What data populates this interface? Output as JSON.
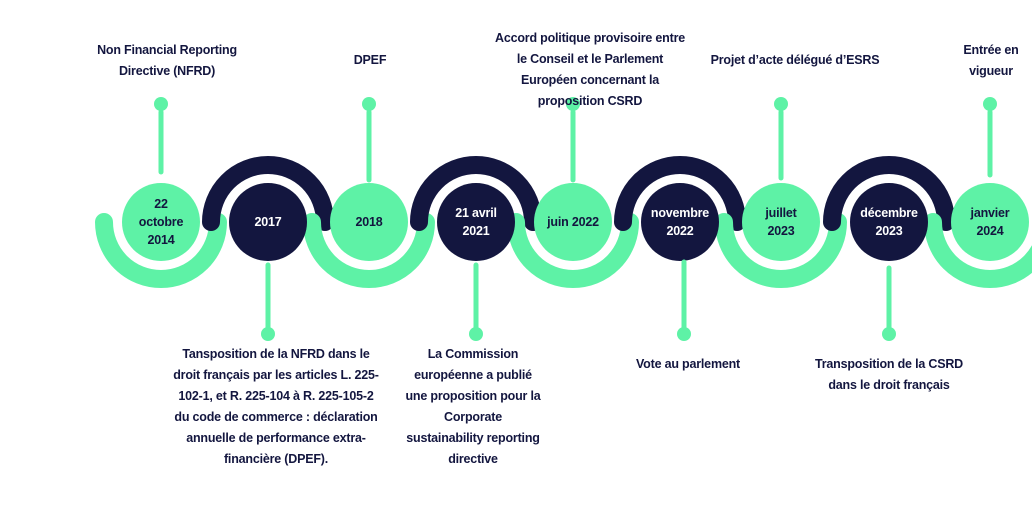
{
  "colors": {
    "navy": "#13163f",
    "green": "#5ef2a6",
    "background": "#ffffff"
  },
  "nodes": [
    {
      "line1": "22",
      "line2": "octobre",
      "line3": "2014",
      "style": "green"
    },
    {
      "line1": "2017",
      "line2": "",
      "line3": "",
      "style": "navy"
    },
    {
      "line1": "2018",
      "line2": "",
      "line3": "",
      "style": "green"
    },
    {
      "line1": "21 avril",
      "line2": "2021",
      "line3": "",
      "style": "navy"
    },
    {
      "line1": "juin 2022",
      "line2": "",
      "line3": "",
      "style": "green"
    },
    {
      "line1": "novembre",
      "line2": "2022",
      "line3": "",
      "style": "navy"
    },
    {
      "line1": "juillet",
      "line2": "2023",
      "line3": "",
      "style": "green"
    },
    {
      "line1": "décembre",
      "line2": "2023",
      "line3": "",
      "style": "navy"
    },
    {
      "line1": "janvier",
      "line2": "2024",
      "line3": "",
      "style": "green"
    }
  ],
  "top_labels": [
    "Non Financial Reporting Directive (NFRD)",
    "DPEF",
    "Accord politique provisoire entre le Conseil et le Parlement Européen concernant la proposition CSRD",
    "Projet d’acte délégué d’ESRS",
    "Entrée en vigueur"
  ],
  "bottom_labels": [
    "Tansposition de la NFRD dans le droit français par les articles L. 225-102-1, et R. 225-104 à R. 225-105-2 du code de commerce : déclaration annuelle de performance extra-financière (DPEF).",
    "La Commission européenne a publié une proposition pour la Corporate sustainability reporting directive",
    "Vote au parlement",
    "Transposition de la CSRD dans le droit français"
  ]
}
